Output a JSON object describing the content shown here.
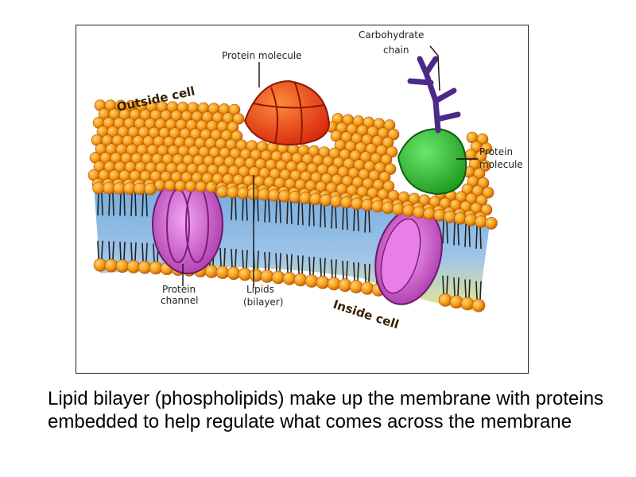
{
  "diagram": {
    "labels": {
      "protein_molecule_top": "Protein molecule",
      "carbohydrate_chain_1": "Carbohydrate",
      "carbohydrate_chain_2": "chain",
      "protein_molecule_right_1": "Protein",
      "protein_molecule_right_2": "molecule",
      "protein_channel_1": "Protein",
      "protein_channel_2": "channel",
      "lipids_1": "Lipids",
      "lipids_2": "(bilayer)",
      "outside_cell": "Outside cell",
      "inside_cell": "Inside cell"
    },
    "colors": {
      "lipid_head": "#f39c12",
      "lipid_head_shade": "#d35400",
      "interior_top": "#6fa8dc",
      "interior_bottom": "#e8e88a",
      "protein_red": "#e8420f",
      "protein_green": "#2ebd2e",
      "channel_magenta": "#c040c0",
      "carbohydrate": "#4b2a8a"
    }
  },
  "caption": "Lipid bilayer (phospholipids) make up the membrane with proteins embedded to help regulate what comes across the membrane"
}
